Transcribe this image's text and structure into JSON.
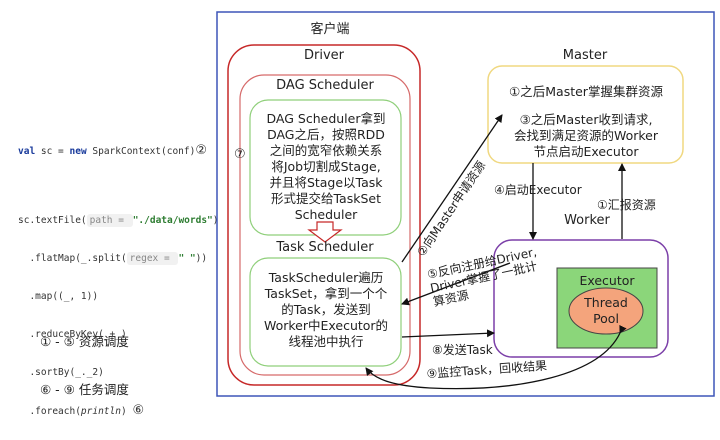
{
  "code": {
    "line1": {
      "kw": "val",
      "text": " sc = ",
      "kw2": "new",
      "rest": " SparkContext(conf)",
      "num": "②"
    },
    "line2": {
      "pre": "sc.textFile(",
      "hint": "path = ",
      "str": "\"./data/words\"",
      "post": ")"
    },
    "line3": {
      "pre": "  .flatMap(_.split(",
      "hint": "regex = ",
      "str": "\" \"",
      "post": "))"
    },
    "line4": "  .map((_, 1))",
    "line5": "  .reduceByKey(_+_)",
    "line6": "  .sortBy(_._2)",
    "line7": {
      "pre": "  .foreach(",
      "it": "println",
      "post": ")",
      "num": "⑥"
    }
  },
  "legend": {
    "line1": "① - ⑤ 资源调度",
    "line2": "⑥ - ⑨ 任务调度"
  },
  "client": {
    "title": "客户端"
  },
  "driver": {
    "title": "Driver",
    "step7": "⑦"
  },
  "dag": {
    "title": "DAG Scheduler",
    "lines": [
      "DAG Scheduler拿到",
      "DAG之后，按照RDD",
      "之间的宽窄依赖关系",
      "将Job切割成Stage,",
      "并且将Stage以Task",
      "形式提交给TaskSet",
      "Scheduler"
    ]
  },
  "task": {
    "title": "Task Scheduler",
    "lines": [
      "TaskScheduler遍历",
      "TaskSet，拿到一个个",
      "的Task，发送到",
      "Worker中Executor的",
      "线程池中执行"
    ]
  },
  "master": {
    "title": "Master",
    "line1": "①之后Master掌握集群资源",
    "lines": [
      "③之后Master收到请求,",
      "会找到满足资源的Worker",
      "节点启动Executor"
    ]
  },
  "worker": {
    "title": "Worker"
  },
  "executor": {
    "title": "Executor",
    "pool": [
      "Thread",
      "Pool"
    ]
  },
  "arrows": {
    "step1": "①汇报资源",
    "step2": "②向Master申请资源",
    "step4": "④启动Executor",
    "step5": [
      "⑤反向注册给Driver,",
      "Driver掌握了一批计",
      "算资源"
    ],
    "step8": "⑧发送Task",
    "step9": "⑨监控Task，回收结果"
  },
  "colors": {
    "client_border": "#3d55b8",
    "driver_border": "#c62828",
    "scheduler_border": "#d66a6a",
    "inner_green": "#8fcf7a",
    "master_border": "#f0d880",
    "worker_border": "#7b3fa8",
    "executor_fill": "#8bd67a",
    "pool_fill": "#f4a47c"
  }
}
